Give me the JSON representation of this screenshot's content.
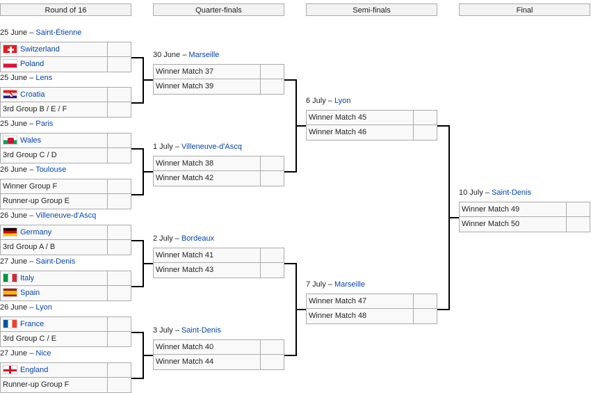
{
  "headers": [
    "Round of 16",
    "Quarter-finals",
    "Semi-finals",
    "Final"
  ],
  "round_of_16": [
    {
      "date": "25 June – ",
      "venue": "Saint-Étienne",
      "teams": [
        {
          "name": "Switzerland",
          "flag": "flag-switzerland",
          "link": true
        },
        {
          "name": "Poland",
          "flag": "flag-poland",
          "link": true
        }
      ]
    },
    {
      "date": "25 June – ",
      "venue": "Lens",
      "teams": [
        {
          "name": "",
          "flag": "",
          "link": false
        },
        {
          "name": "Croatia",
          "flag": "flag-croatia",
          "link": true
        }
      ]
    },
    {
      "date": "",
      "venue": "",
      "teams": [
        {
          "name": "3rd Group B / E / F",
          "flag": "",
          "link": false
        },
        {
          "name": "",
          "flag": "",
          "link": false
        }
      ]
    },
    {
      "date": "25 June – ",
      "venue": "Paris",
      "teams": [
        {
          "name": "Wales",
          "flag": "flag-wales",
          "link": true
        },
        {
          "name": "3rd Group C / D",
          "flag": "",
          "link": false
        }
      ]
    },
    {
      "date": "26 June – ",
      "venue": "Toulouse",
      "teams": [
        {
          "name": "Winner Group F",
          "flag": "",
          "link": false
        },
        {
          "name": "Runner-up Group E",
          "flag": "",
          "link": false
        }
      ]
    },
    {
      "date": "26 June – ",
      "venue": "Villeneuve-d'Ascq",
      "teams": [
        {
          "name": "Germany",
          "flag": "flag-germany",
          "link": true
        },
        {
          "name": "3rd Group A / B",
          "flag": "",
          "link": false
        }
      ]
    },
    {
      "date": "27 June – ",
      "venue": "Saint-Denis",
      "teams": [
        {
          "name": "Italy",
          "flag": "flag-italy",
          "link": true
        },
        {
          "name": "Spain",
          "flag": "flag-spain",
          "link": true
        }
      ]
    },
    {
      "date": "26 June – ",
      "venue": "Lyon",
      "teams": [
        {
          "name": "France",
          "flag": "flag-france",
          "link": true
        },
        {
          "name": "3rd Group C / E",
          "flag": "",
          "link": false
        }
      ]
    },
    {
      "date": "27 June – ",
      "venue": "Nice",
      "teams": [
        {
          "name": "England",
          "flag": "flag-england",
          "link": true
        },
        {
          "name": "Runner-up Group F",
          "flag": "",
          "link": false
        }
      ]
    }
  ],
  "quarter_finals": [
    {
      "date": "30 June – ",
      "venue": "Marseille",
      "teams": [
        {
          "name": "Winner Match 37"
        },
        {
          "name": "Winner Match 39"
        }
      ]
    },
    {
      "date": "1 July – ",
      "venue": "Villeneuve-d'Ascq",
      "teams": [
        {
          "name": "Winner Match 38"
        },
        {
          "name": "Winner Match 42"
        }
      ]
    },
    {
      "date": "2 July – ",
      "venue": "Bordeaux",
      "teams": [
        {
          "name": "Winner Match 41"
        },
        {
          "name": "Winner Match 43"
        }
      ]
    },
    {
      "date": "3 July – ",
      "venue": "Saint-Denis",
      "teams": [
        {
          "name": "Winner Match 40"
        },
        {
          "name": "Winner Match 44"
        }
      ]
    }
  ],
  "semi_finals": [
    {
      "date": "6 July – ",
      "venue": "Lyon",
      "teams": [
        {
          "name": "Winner Match 45"
        },
        {
          "name": "Winner Match 46"
        }
      ]
    },
    {
      "date": "7 July – ",
      "venue": "Marseille",
      "teams": [
        {
          "name": "Winner Match 47"
        },
        {
          "name": "Winner Match 48"
        }
      ]
    }
  ],
  "final": [
    {
      "date": "10 July – ",
      "venue": "Saint-Denis",
      "teams": [
        {
          "name": "Winner Match 49"
        },
        {
          "name": "Winner Match 50"
        }
      ]
    }
  ]
}
